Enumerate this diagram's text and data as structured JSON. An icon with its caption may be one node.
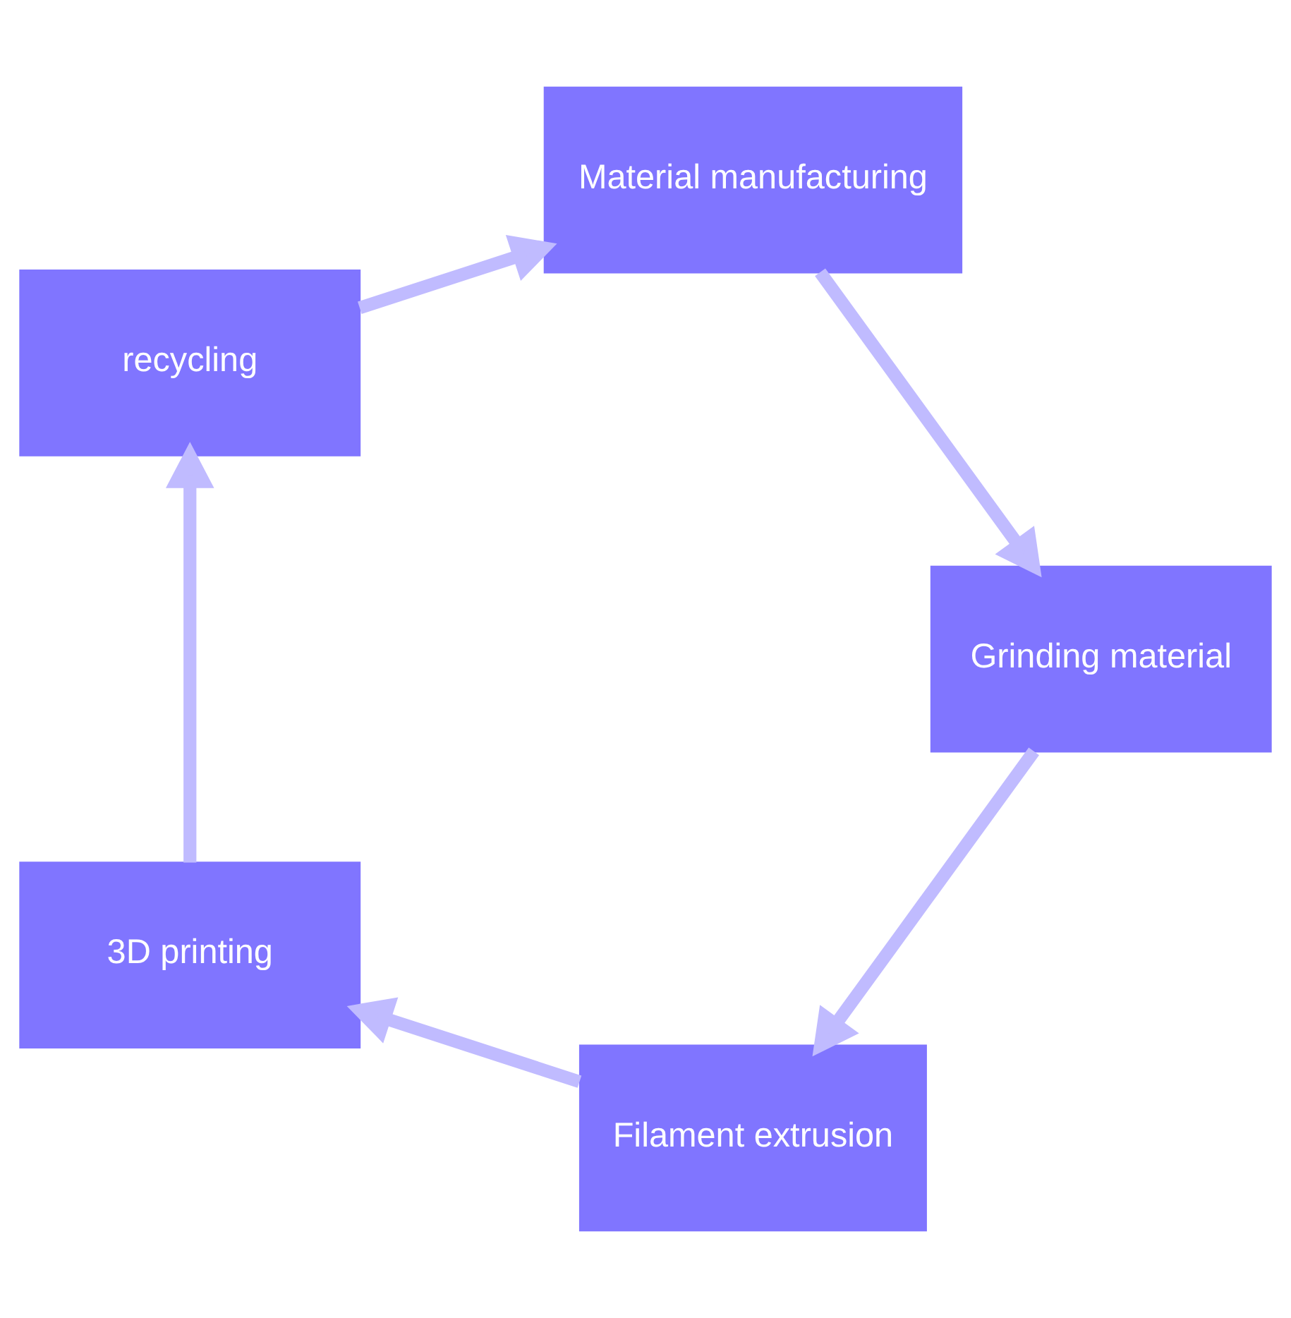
{
  "diagram": {
    "nodes": [
      {
        "text": [
          "Filament extrusion"
        ]
      },
      {
        "text": [
          "3D printing"
        ]
      },
      {
        "text": [
          "recycling"
        ]
      },
      {
        "text": [
          "Material manufacturing"
        ]
      },
      {
        "text": [
          "Grinding material"
        ]
      }
    ],
    "edges": [
      {
        "from": 0,
        "to": 1,
        "arrow": "to"
      },
      {
        "from": 1,
        "to": 2,
        "arrow": "to"
      },
      {
        "from": 2,
        "to": 3,
        "arrow": "to"
      },
      {
        "from": 3,
        "to": 4,
        "arrow": "to"
      },
      {
        "from": 4,
        "to": 0,
        "arrow": "to"
      }
    ]
  }
}
